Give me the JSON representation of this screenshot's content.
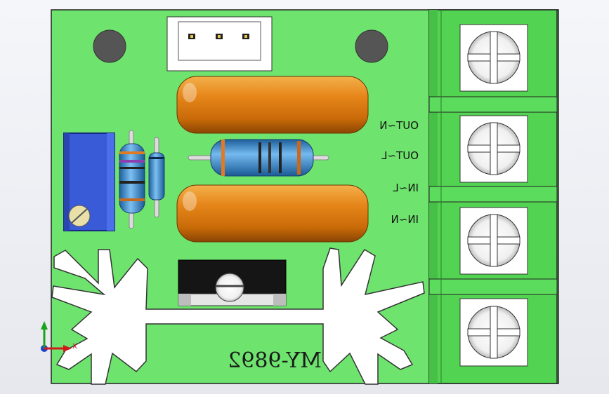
{
  "board": {
    "model_label": "MY-9892",
    "pin_labels": {
      "out_n": "OUT~N",
      "out_l": "OUT~L",
      "in_l": "IN~L",
      "in_n": "IN~N"
    }
  },
  "triad": {
    "x_label": "X"
  },
  "colors": {
    "pcb": "#6ee46e",
    "capacitor": "#e88a1a",
    "resistor": "#2f8fd6",
    "potentiometer": "#3a5bd8",
    "terminal": "#4fd14f",
    "heatsink": "#ffffff"
  }
}
